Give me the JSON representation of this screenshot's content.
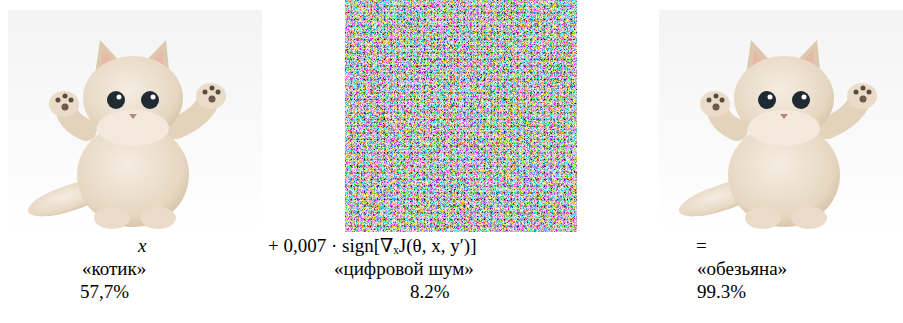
{
  "diagram": {
    "labels": [
      "x",
      "+ 0,007 · sign[∇ₓJ(θ, x, y′)]",
      "=",
      "«котик»",
      "«цифровой шум»",
      "«обезьяна»",
      "57,7%",
      "8.2%",
      "99.3%"
    ]
  }
}
